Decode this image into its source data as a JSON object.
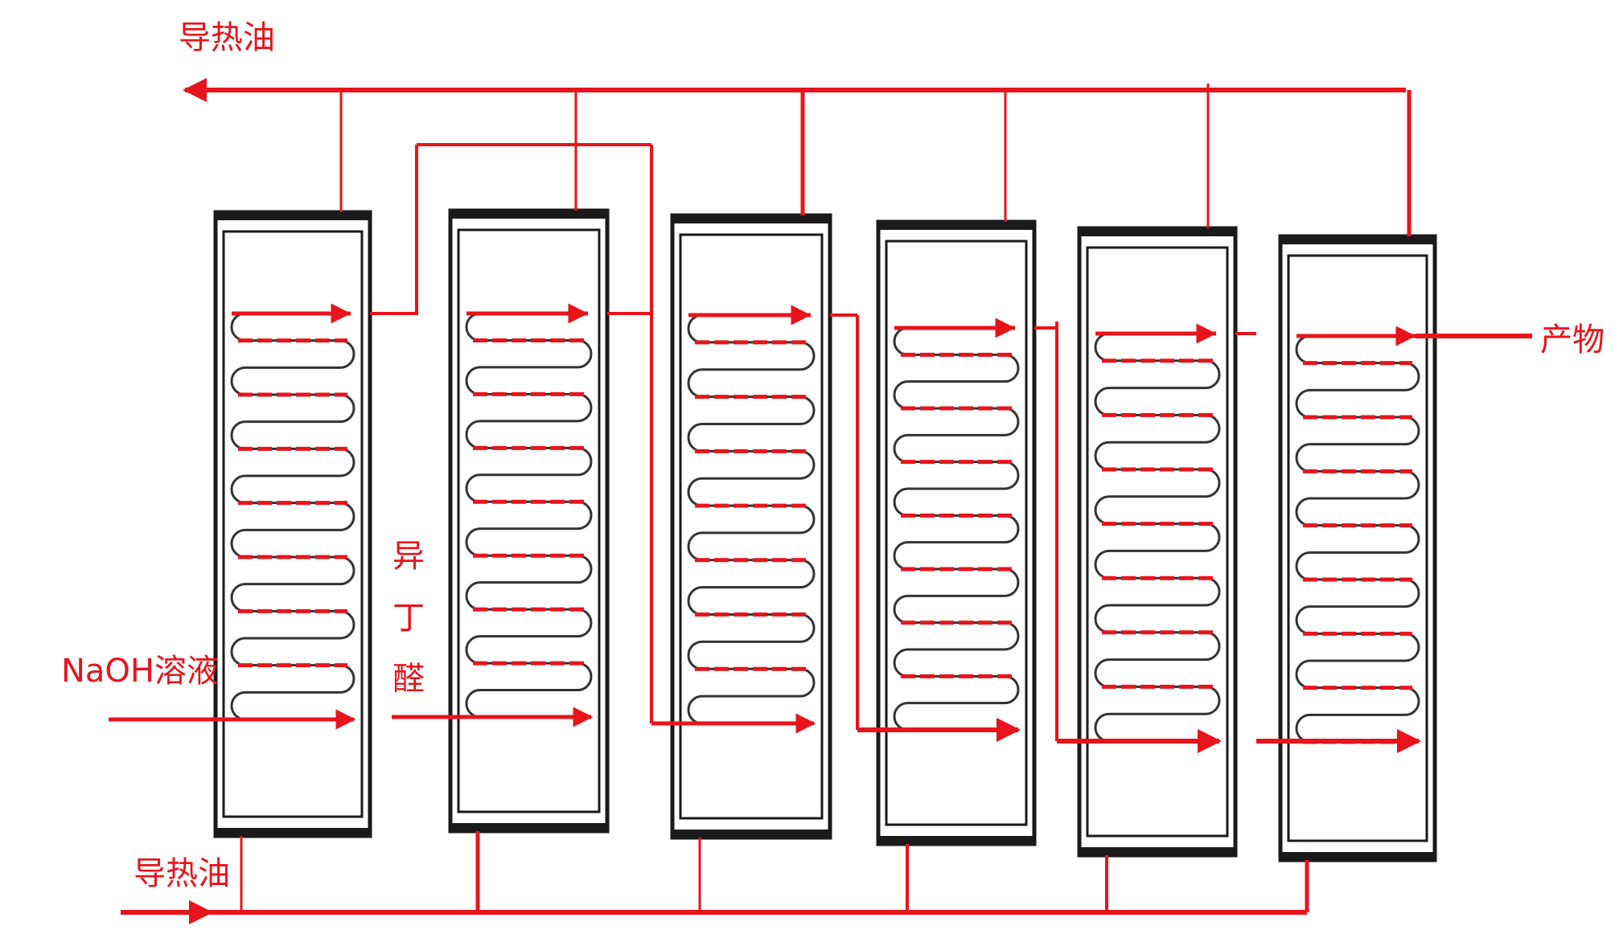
{
  "labels": {
    "oil_top": "导热油",
    "oil_bottom": "导热油",
    "naoh": "NaOH溶液",
    "isobutyraldehyde": [
      "异",
      "丁",
      "醛"
    ],
    "product": "产物"
  },
  "colors": {
    "stream": "#e8141b",
    "vessel": "#1a1a1a",
    "coil": "#333333"
  }
}
